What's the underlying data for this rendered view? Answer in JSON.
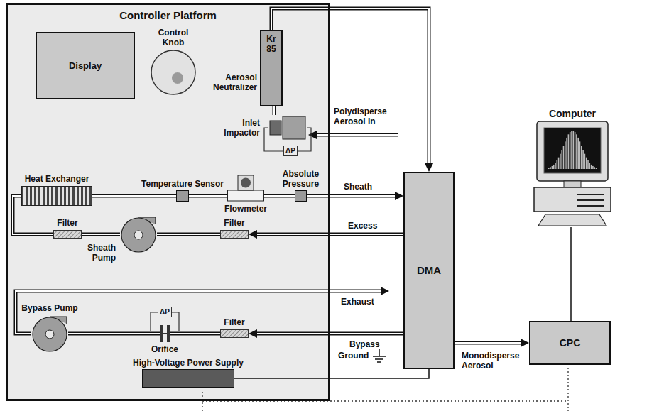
{
  "diagram": {
    "nodes": [
      {
        "text": [
          "Controller Platform"
        ]
      },
      {
        "text": [
          "Display"
        ],
        "in": 0
      },
      {
        "text": [
          "Control Knob"
        ],
        "in": 0
      },
      {
        "text": [
          "Kr 85",
          "Aerosol Neutralizer"
        ],
        "in": 0
      },
      {
        "text": [
          "Inlet Impactor"
        ],
        "in": 0
      },
      {
        "text": [
          "Heat Exchanger"
        ],
        "in": 0
      },
      {
        "text": [
          "Temperature Sensor"
        ],
        "in": 0
      },
      {
        "text": [
          "Flowmeter"
        ],
        "in": 0
      },
      {
        "text": [
          "Absolute Pressure"
        ],
        "in": 0
      },
      {
        "text": [
          "Filter"
        ],
        "in": 0
      },
      {
        "text": [
          "Sheath Pump"
        ],
        "in": 0
      },
      {
        "text": [
          "Filter"
        ],
        "in": 0
      },
      {
        "text": [
          "Bypass Pump"
        ],
        "in": 0
      },
      {
        "text": [
          "Orifice"
        ],
        "in": 0
      },
      {
        "text": [
          "Filter"
        ],
        "in": 0
      },
      {
        "text": [
          "High-Voltage Power Supply"
        ],
        "in": 0
      },
      {
        "text": [
          "DMA"
        ]
      },
      {
        "text": [
          "Computer"
        ]
      },
      {
        "text": [
          "CPC"
        ]
      }
    ],
    "edges": [
      {
        "from": 3,
        "to": 16,
        "arrow": "to"
      },
      {
        "from": 4,
        "to": 3,
        "arrow": "none"
      },
      {
        "from": 5,
        "to": 6,
        "arrow": "none"
      },
      {
        "from": 6,
        "to": 7,
        "arrow": "none"
      },
      {
        "from": 7,
        "to": 8,
        "arrow": "none"
      },
      {
        "from": 8,
        "to": 16,
        "label": "Sheath",
        "arrow": "to"
      },
      {
        "from": 16,
        "to": 11,
        "label": "Excess",
        "arrow": "to"
      },
      {
        "from": 11,
        "to": 10,
        "arrow": "none"
      },
      {
        "from": 10,
        "to": 9,
        "arrow": "none"
      },
      {
        "from": 9,
        "to": 5,
        "arrow": "none"
      },
      {
        "from": 16,
        "to": 14,
        "label": "Bypass",
        "arrow": "to"
      },
      {
        "from": 14,
        "to": 13,
        "arrow": "none"
      },
      {
        "from": 13,
        "to": 12,
        "arrow": "none"
      },
      {
        "from": 15,
        "to": 16,
        "arrow": "none"
      },
      {
        "from": 16,
        "to": 18,
        "label": "Monodisperse Aerosol",
        "arrow": "to"
      },
      {
        "from": 17,
        "to": 18,
        "arrow": "none"
      }
    ],
    "labels": [
      "ΔP",
      "Polydisperse Aerosol In",
      "ΔP",
      "Exhaust",
      "Ground"
    ]
  }
}
